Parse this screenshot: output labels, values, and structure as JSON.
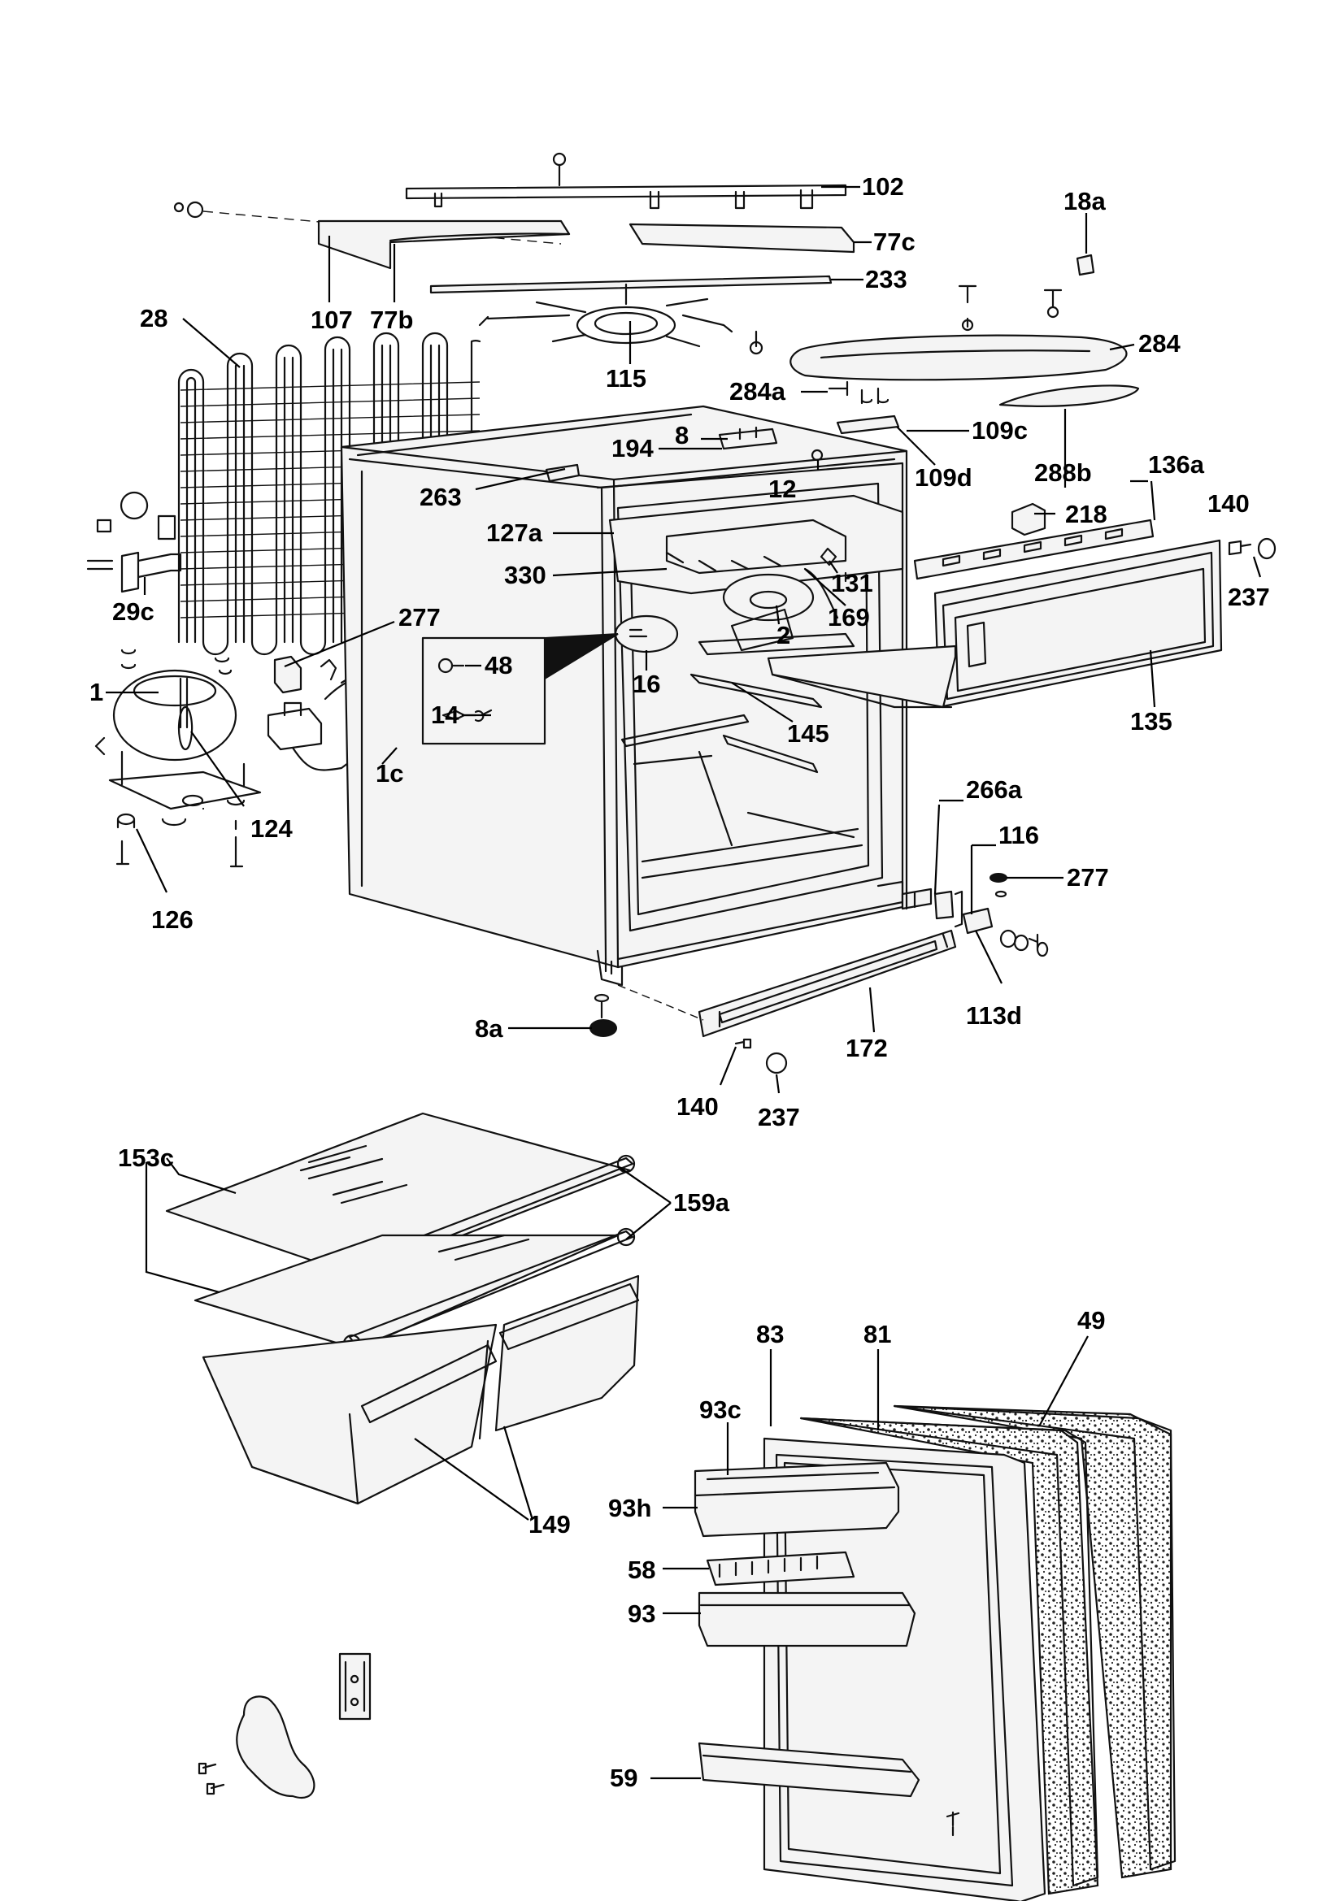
{
  "labels": [
    "102",
    "18a",
    "77c",
    "107",
    "77b",
    "233",
    "28",
    "115",
    "284",
    "284a",
    "109c",
    "194",
    "8",
    "288b",
    "136a",
    "263",
    "109d",
    "12",
    "140",
    "218",
    "127a",
    "131",
    "237",
    "29c",
    "330",
    "169",
    "2",
    "277",
    "48",
    "16",
    "14",
    "145",
    "135",
    "1",
    "1c",
    "124",
    "266a",
    "116",
    "277",
    "126",
    "113d",
    "8a",
    "172",
    "140",
    "237",
    "153c",
    "159a",
    "49",
    "83",
    "81",
    "93c",
    "93h",
    "149",
    "58",
    "93",
    "59"
  ]
}
